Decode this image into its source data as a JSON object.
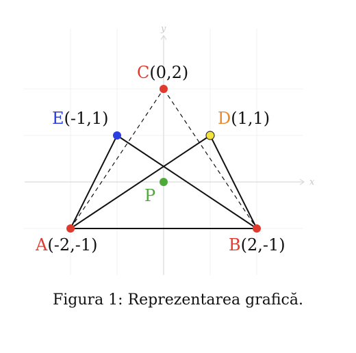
{
  "axes": {
    "x_label": "x",
    "y_label": "y",
    "axis_color": "#d9d9d9",
    "grid_color": "#f0f0f0"
  },
  "points": [
    {
      "id": "A",
      "letter": "A",
      "coords": "(-2,-1)",
      "x": -2,
      "y": -1,
      "letter_color": "#e03a2e",
      "dot_color": "#e03a2e"
    },
    {
      "id": "B",
      "letter": "B",
      "coords": "(2,-1)",
      "x": 2,
      "y": -1,
      "letter_color": "#e03a2e",
      "dot_color": "#e03a2e"
    },
    {
      "id": "C",
      "letter": "C",
      "coords": "(0,2)",
      "x": 0,
      "y": 2,
      "letter_color": "#e03a2e",
      "dot_color": "#e03a2e"
    },
    {
      "id": "D",
      "letter": "D",
      "coords": "(1,1)",
      "x": 1,
      "y": 1,
      "letter_color": "#e8892a",
      "dot_color": "#f5e23a"
    },
    {
      "id": "E",
      "letter": "E",
      "coords": "(-1,1)",
      "x": -1,
      "y": 1,
      "letter_color": "#2b3ee0",
      "dot_color": "#2b3ee0"
    }
  ],
  "point_p": {
    "label": "P",
    "x": 0,
    "y": 0,
    "color": "#4fa83a"
  },
  "solid_segments": [
    [
      "A",
      "B"
    ],
    [
      "A",
      "E"
    ],
    [
      "A",
      "D"
    ],
    [
      "E",
      "B"
    ],
    [
      "D",
      "B"
    ]
  ],
  "dashed_segments": [
    [
      "A",
      "C"
    ],
    [
      "C",
      "B"
    ]
  ],
  "caption": "Figura 1: Reprezentarea grafică."
}
